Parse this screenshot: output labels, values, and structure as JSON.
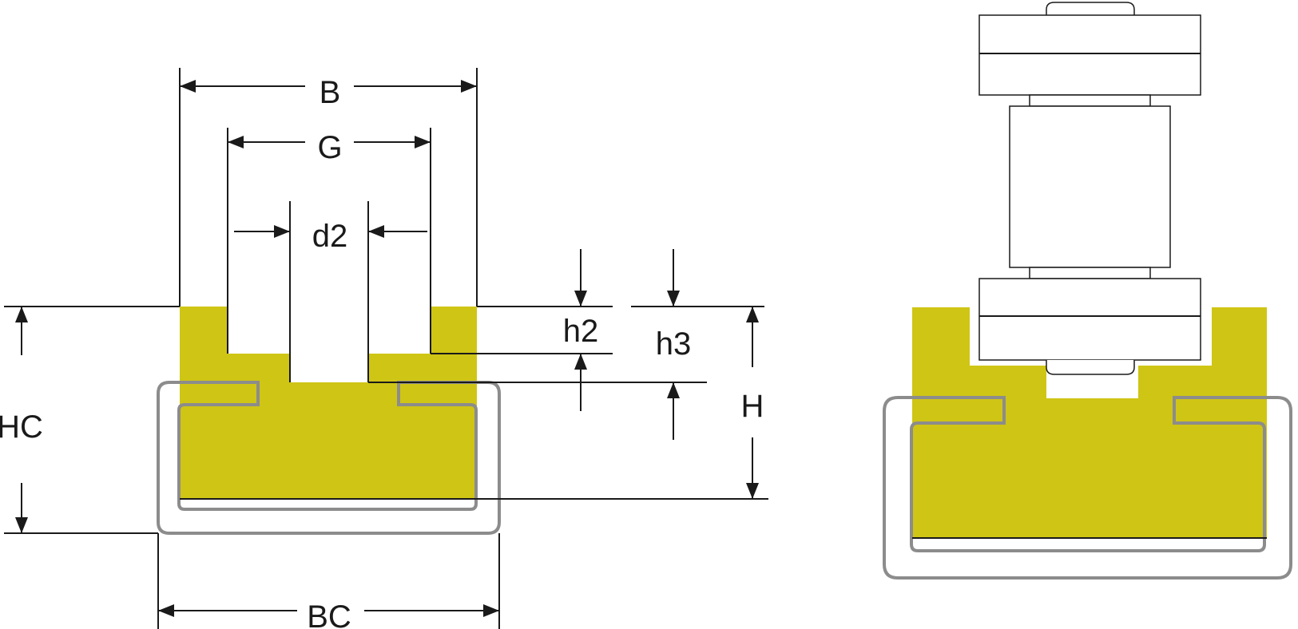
{
  "labels": {
    "B": "B",
    "G": "G",
    "d2": "d2",
    "h2": "h2",
    "h3": "h3",
    "H": "H",
    "HC": "HC",
    "BC": "BC"
  },
  "colors": {
    "profile_fill": "#cfc515",
    "chain_outline": "#8c8c8c",
    "line": "#1a1a1a",
    "background": "#ffffff"
  }
}
